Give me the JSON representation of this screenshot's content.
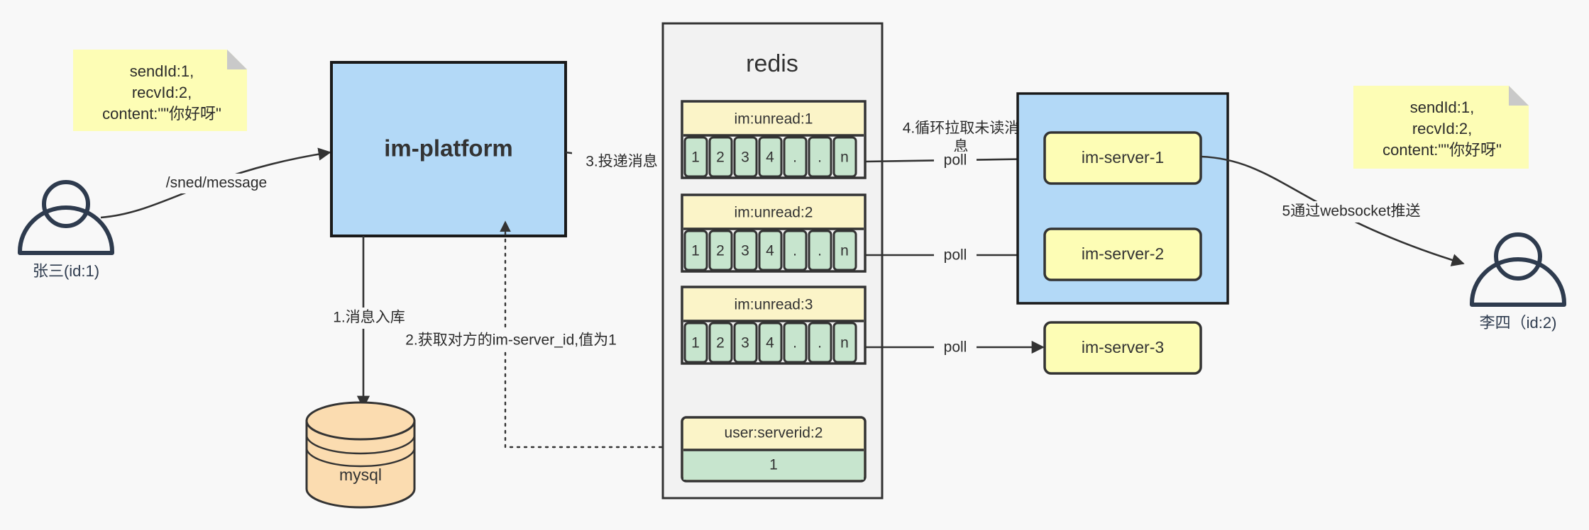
{
  "diagram": {
    "title_nodes": {
      "platform": "im-platform",
      "redis": "redis",
      "mysql": "mysql"
    },
    "actors": [
      {
        "name": "actor-sender",
        "caption": "张三(id:1)"
      },
      {
        "name": "actor-receiver",
        "caption": "李四（id:2)"
      }
    ],
    "notes": [
      {
        "name": "note-left",
        "lines": [
          "sendId:1,",
          "recvId:2,",
          "content:\"\"你好呀\""
        ]
      },
      {
        "name": "note-right",
        "lines": [
          "sendId:1,",
          "recvId:2,",
          "content:\"\"你好呀\""
        ]
      }
    ],
    "redis": {
      "label": "redis",
      "queues": [
        {
          "key": "im:unread:1",
          "cells": [
            "1",
            "2",
            "3",
            "4",
            ".",
            ".",
            "n"
          ]
        },
        {
          "key": "im:unread:2",
          "cells": [
            "1",
            "2",
            "3",
            "4",
            ".",
            ".",
            "n"
          ]
        },
        {
          "key": "im:unread:3",
          "cells": [
            "1",
            "2",
            "3",
            "4",
            ".",
            ".",
            "n"
          ]
        }
      ],
      "kv": {
        "key": "user:serverid:2",
        "value": "1"
      }
    },
    "servers": [
      {
        "label": "im-server-1"
      },
      {
        "label": "im-server-2"
      },
      {
        "label": "im-server-3"
      }
    ],
    "edge_labels": {
      "send_message": "/sned/message",
      "step1": "1.消息入库",
      "step2": "2.获取对方的im-server_id,值为1",
      "step3": "3.投递消息",
      "step4_line1": "4.循环拉取未读消",
      "step4_line2": "息",
      "poll1": "poll",
      "poll2": "poll",
      "poll3": "poll",
      "step5": "5通过websocket推送"
    },
    "colors": {
      "blue_fill": "#b3d9f7",
      "yellow_note": "#fdfdb5",
      "yellow_key": "#fbf4c8",
      "green_cell": "#c7e5ce",
      "orange_db": "#fbdcb0",
      "stroke": "#333333",
      "background": "#f8f8f8"
    }
  }
}
